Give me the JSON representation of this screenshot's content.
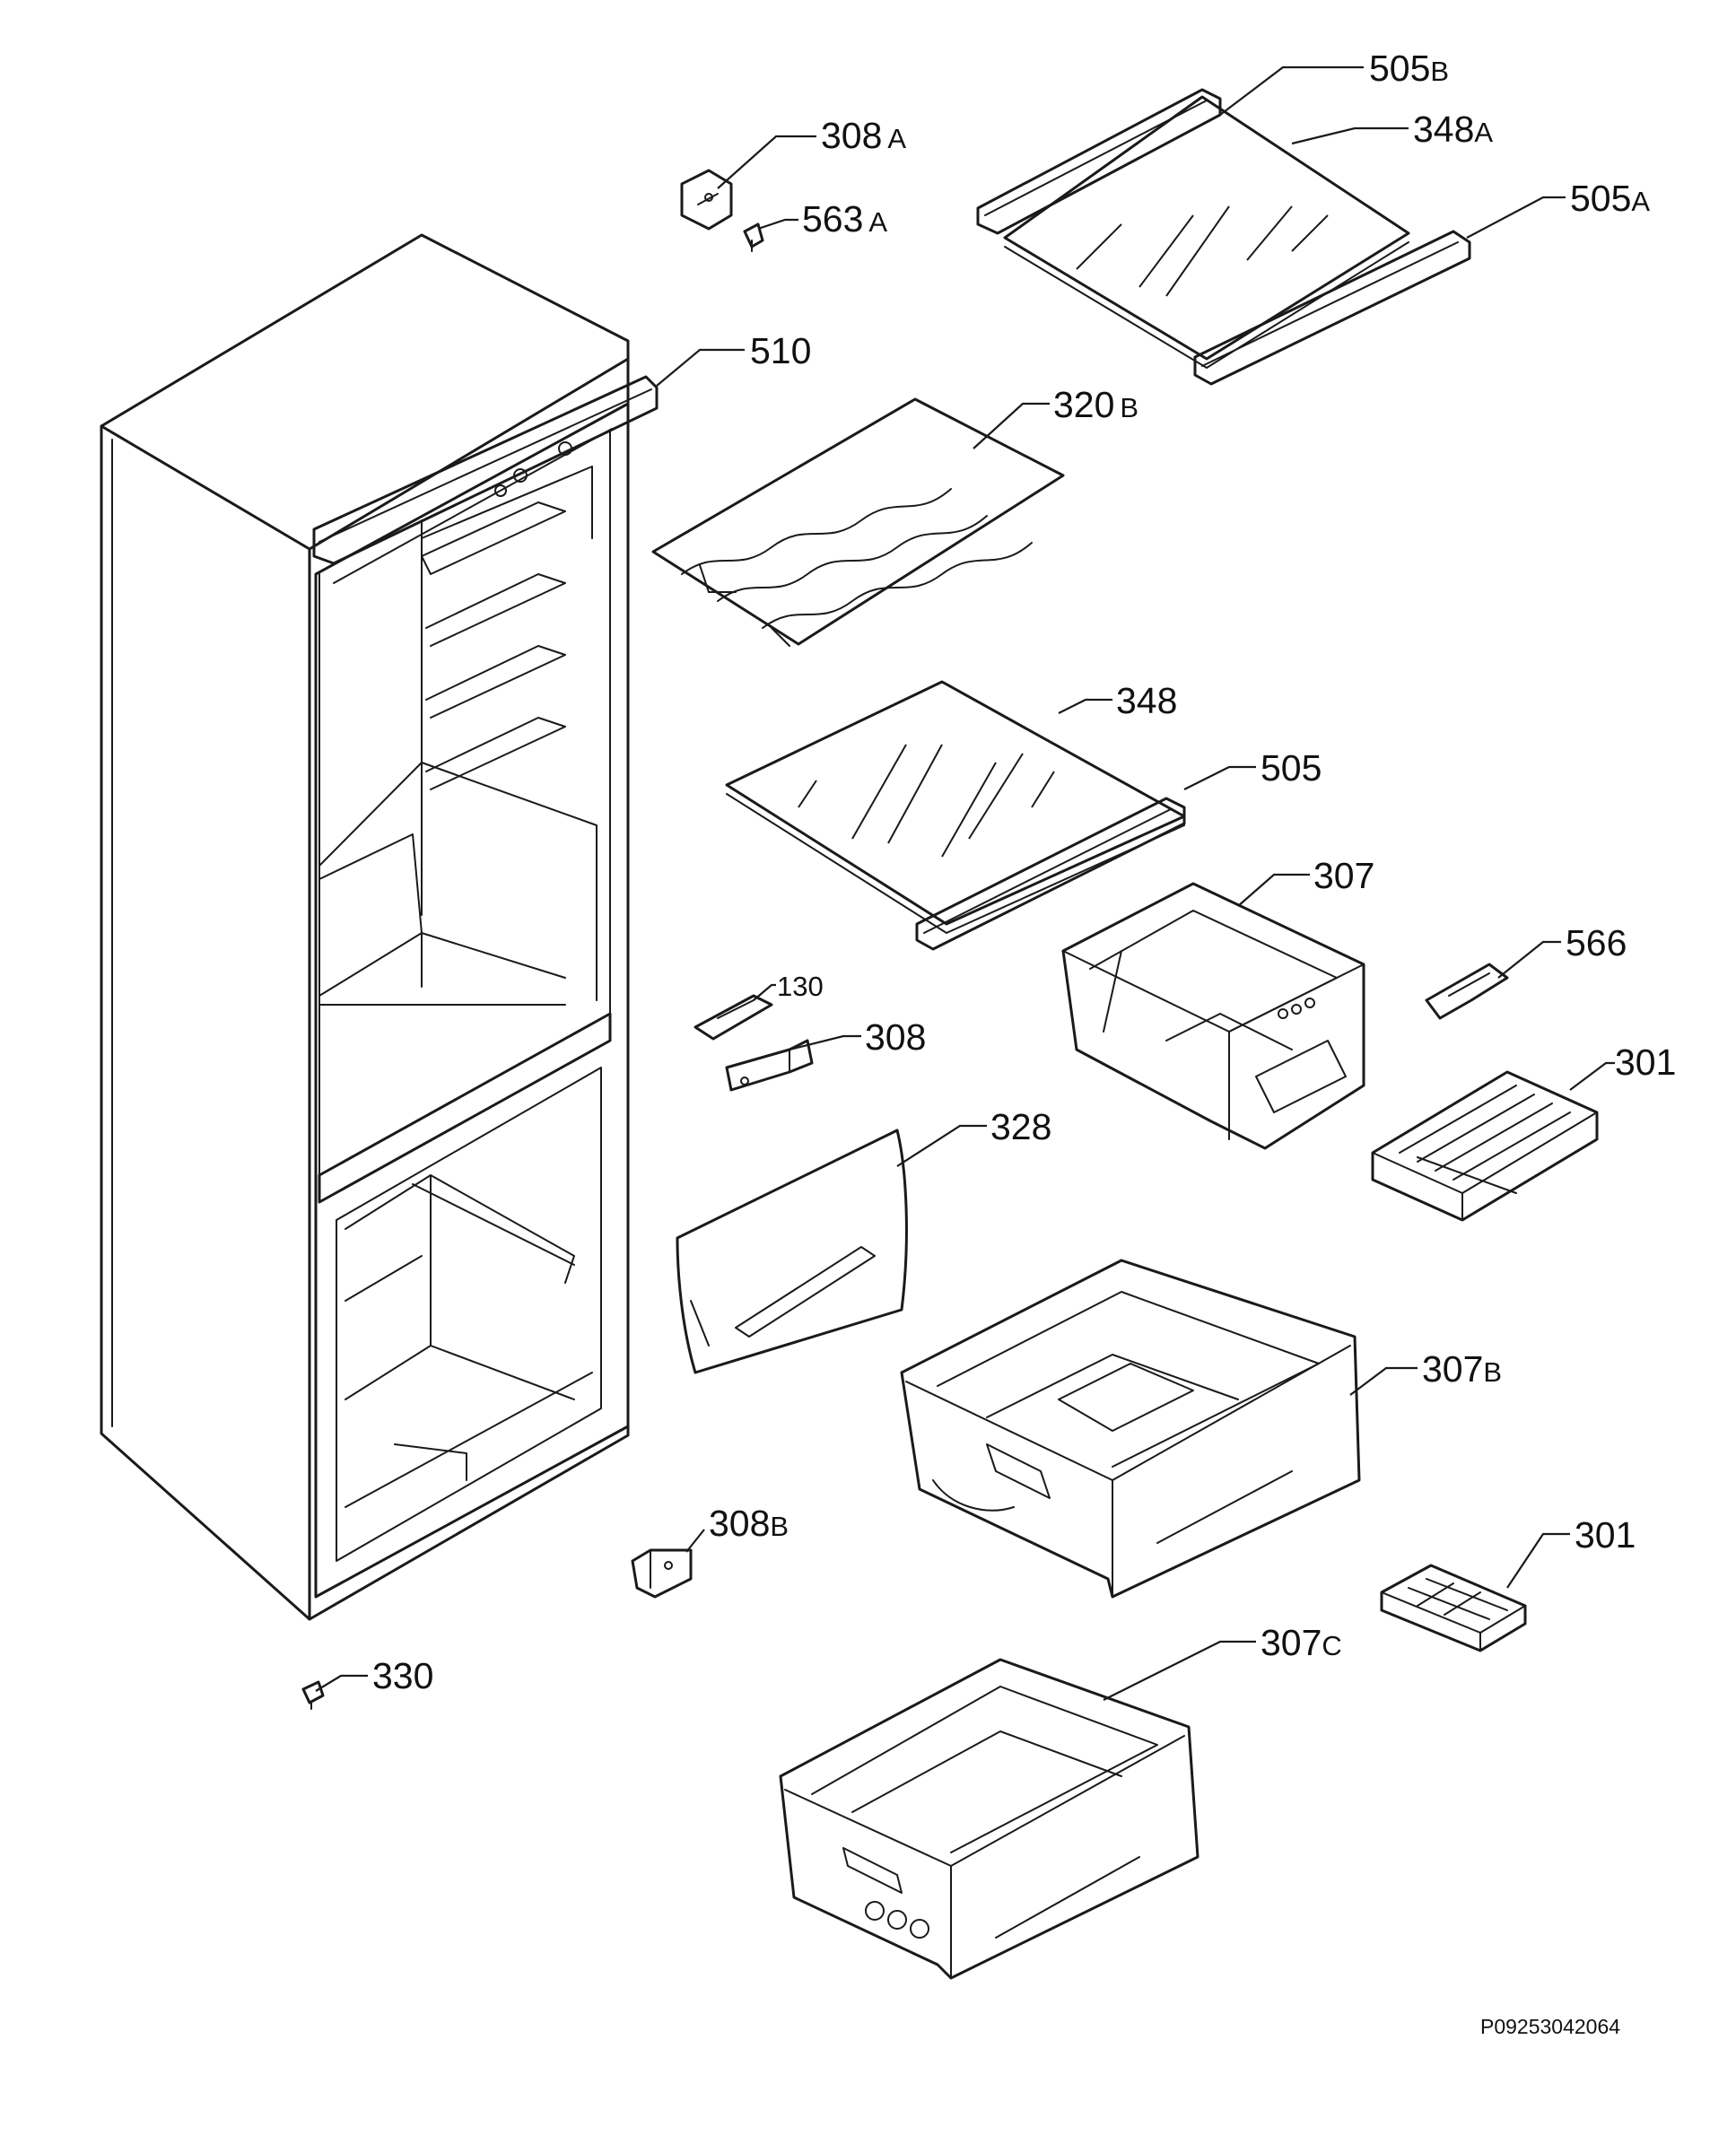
{
  "labels": {
    "p505b": {
      "num": "505",
      "suf": "B"
    },
    "p348a": {
      "num": "348",
      "suf": "A"
    },
    "p505a": {
      "num": "505",
      "suf": "A"
    },
    "p308a": {
      "num": "308",
      "suf": "A"
    },
    "p563a": {
      "num": "563",
      "suf": "A"
    },
    "p510": {
      "num": "510",
      "suf": ""
    },
    "p320b": {
      "num": "320",
      "suf": "B"
    },
    "p348": {
      "num": "348",
      "suf": ""
    },
    "p505": {
      "num": "505",
      "suf": ""
    },
    "p307": {
      "num": "307",
      "suf": ""
    },
    "p566": {
      "num": "566",
      "suf": ""
    },
    "p130": {
      "num": "130",
      "suf": ""
    },
    "p308": {
      "num": "308",
      "suf": ""
    },
    "p301a": {
      "num": "301",
      "suf": ""
    },
    "p328": {
      "num": "328",
      "suf": ""
    },
    "p307b": {
      "num": "307",
      "suf": "B"
    },
    "p308b": {
      "num": "308",
      "suf": "B"
    },
    "p301b": {
      "num": "301",
      "suf": ""
    },
    "p330": {
      "num": "330",
      "suf": ""
    },
    "p307c": {
      "num": "307",
      "suf": "C"
    }
  },
  "drawing_code": "P09253042064"
}
